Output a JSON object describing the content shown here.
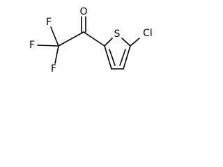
{
  "molecule": {
    "atoms": {
      "oxygen": "O",
      "sulfur": "S",
      "chlorine": "Cl",
      "fluorine_top": "F",
      "fluorine_left": "F",
      "fluorine_bottom": "F"
    }
  }
}
